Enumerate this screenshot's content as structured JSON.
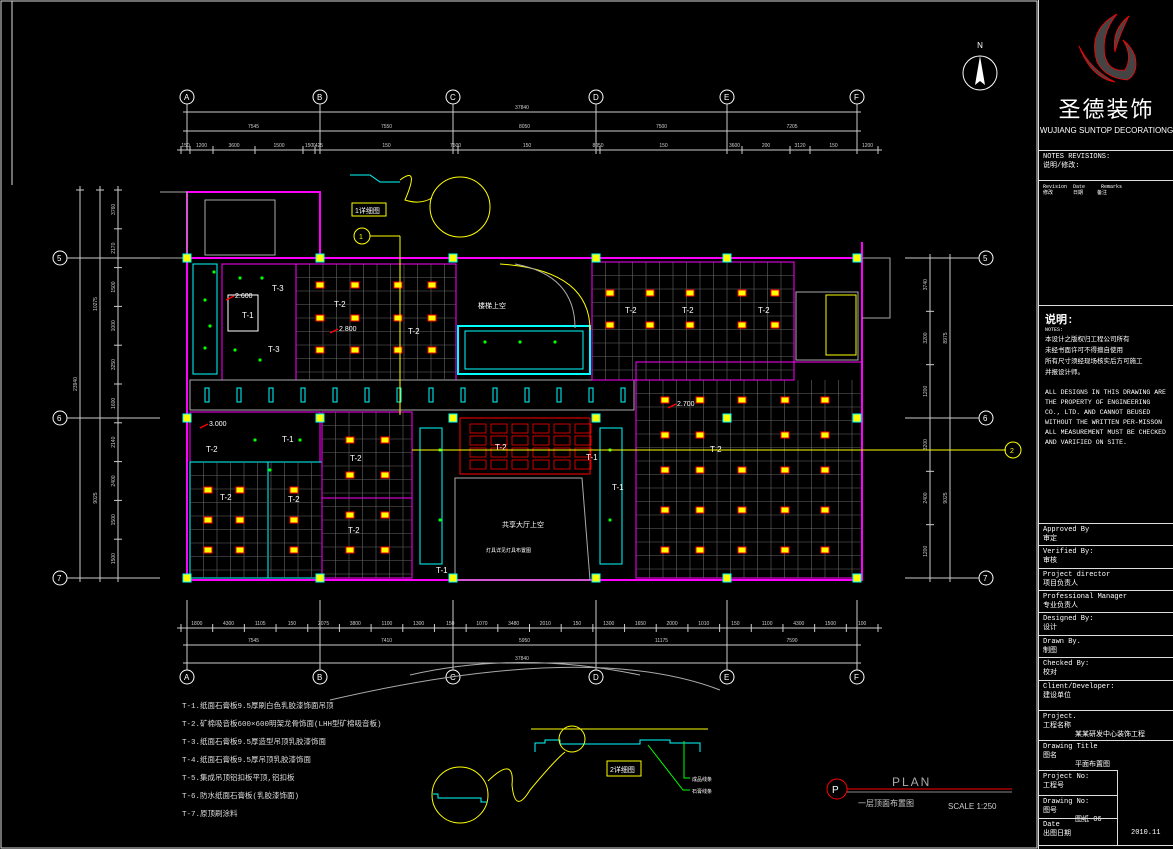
{
  "title_block": {
    "brand_cn": "圣德装饰",
    "brand_en": "WUJIANG SUNTOP  DECORATIONG",
    "notes_revisions": "NOTES  REVISIONS:",
    "notes_revisions_cn": "说明/修改:",
    "rev_headers": [
      "Revision",
      "Date",
      "Remarks"
    ],
    "rev_headers_cn": [
      "修改",
      "日期",
      "备注"
    ],
    "notes_title": "说明:",
    "notes_sub": "NOTES:",
    "notes_cn": [
      "本设计之版权归工程公司所有",
      "未经书面许可不得擅自使用",
      "所有尺寸须经现场核实后方可施工",
      "并报设计师。"
    ],
    "notes_en": [
      "ALL DESIGNS IN THIS DRAWING ARE",
      "THE PROPERTY OF ENGINEERING",
      "CO., LTD. AND CANNOT BEUSED",
      "WITHOUT THE WRITTEN PER-MISSON",
      "ALL MEASUREMENT MUST BE CHECKED",
      "AND VARIFIED ON SITE."
    ],
    "rows": [
      {
        "label": "Approved By",
        "value": "审定"
      },
      {
        "label": "Verified By:",
        "value": "审核"
      },
      {
        "label": "Project director",
        "value": "项目负责人"
      },
      {
        "label": "Professional  Manager",
        "value": "专业负责人"
      },
      {
        "label": "Designed By:",
        "value": "设计"
      },
      {
        "label": "Drawn By.",
        "value": "制图"
      },
      {
        "label": "Checked By:",
        "value": "校对"
      },
      {
        "label": "Client/Developer:",
        "value": "建设单位"
      },
      {
        "label": "Project.",
        "value": "工程名称",
        "value2": "某某研发中心装饰工程"
      },
      {
        "label": "Drawing Title",
        "value": "图名",
        "value2": "平面布置图"
      },
      {
        "label": "Project No:",
        "value": "工程号"
      },
      {
        "label": "Drawing No:",
        "value": "图号",
        "value2": "图纸-06"
      },
      {
        "label": "Date",
        "value": "出图日期",
        "value2": "2010.11"
      }
    ]
  },
  "north": "N",
  "grid": {
    "columns": [
      "A",
      "B",
      "C",
      "D",
      "E",
      "F"
    ],
    "rows": [
      "5",
      "6",
      "7"
    ],
    "extra": [
      "1",
      "2"
    ]
  },
  "dimensions": {
    "top_total": "37840",
    "top_spans": [
      "7545",
      "7550",
      "8050",
      "7500",
      "7205"
    ],
    "top_detail": [
      "150",
      "1200",
      "3600",
      "1500",
      "150",
      "7425",
      "150",
      "7500",
      "150",
      "8050",
      "150",
      "3600",
      "200",
      "3120",
      "150",
      "1200"
    ],
    "bottom_detail": [
      "1800",
      "4300",
      "1105",
      "150",
      "2075",
      "3800",
      "1100",
      "1300",
      "150",
      "1070",
      "3480",
      "2010",
      "150",
      "1300",
      "1650",
      "2000",
      "1010",
      "150",
      "1100",
      "4300",
      "1500",
      "100"
    ],
    "bottom_spans": [
      "7545",
      "7410",
      "5950",
      "11175",
      "7590"
    ],
    "bottom_total": "37840",
    "left_total": "23940",
    "left_spans": [
      "10275",
      "9025"
    ],
    "left_detail": [
      "3760",
      "2170",
      "1500",
      "1000",
      "3250",
      "1600",
      "2140",
      "2400",
      "1500",
      "1500"
    ],
    "right_spans": [
      "8975",
      "9025"
    ],
    "right_detail": [
      "3740",
      "3200",
      "1200",
      "3200",
      "2400",
      "1200"
    ]
  },
  "rooms": {
    "t1": "T-1",
    "t2": "T-2",
    "t3": "T-3",
    "stair_label": "楼梯上空",
    "hall_label": "共享大厅上空",
    "note_light": "灯具详见灯具布置图",
    "detail1": "1详细图",
    "detail2": "2详细图",
    "heights": [
      "2.600",
      "2.800",
      "3.000",
      "2.700"
    ],
    "leader1": "成品线条",
    "leader2": "石膏线条"
  },
  "legend": [
    "T-1.纸面石膏板9.5厚刷白色乳胶漆饰面吊顶",
    "T-2.矿棉吸音板600×600明架龙骨饰面(LHH型矿棉吸音板)",
    "T-3.纸面石膏板9.5厚造型吊顶乳胶漆饰面",
    "T-4.纸面石膏板9.5厚吊顶乳胶漆饰面",
    "T-5.集成吊顶铝扣板平顶,铝扣板",
    "T-6.防水纸面石膏板(乳胶漆饰面)",
    "T-7.原顶刷涂料"
  ],
  "plan_title": {
    "symbol": "P",
    "title": "PLAN",
    "subtitle": "一层顶面布置图",
    "scale": "SCALE 1:250"
  },
  "colors": {
    "magenta": "#ff00ff",
    "cyan": "#00ffff",
    "yellow": "#ffff00",
    "red": "#ff0000",
    "green": "#00ff00",
    "grey": "#808080",
    "white": "#ffffff"
  }
}
